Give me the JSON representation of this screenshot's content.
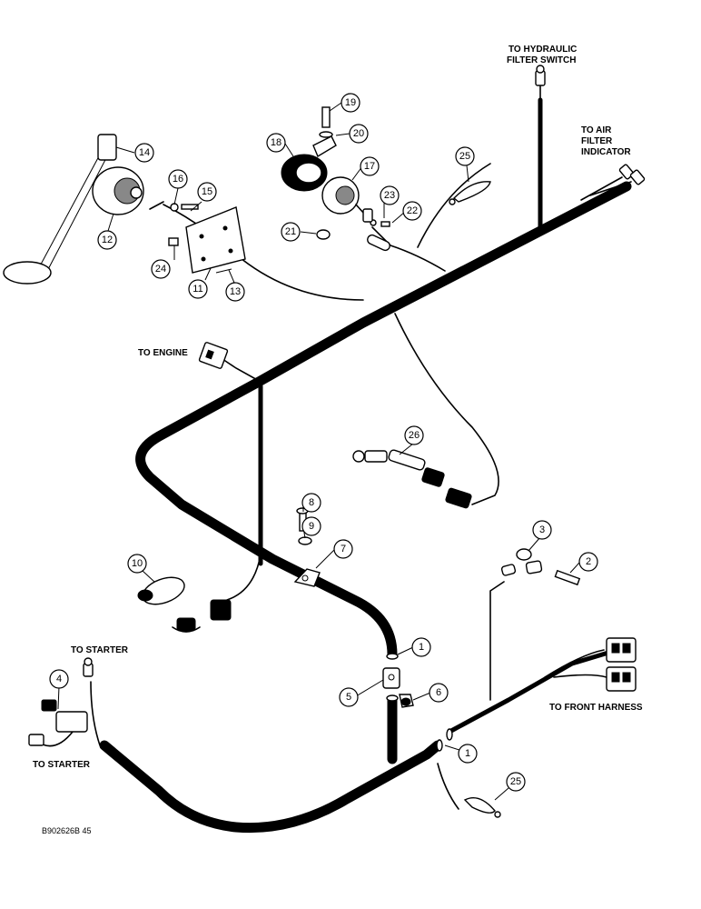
{
  "labels": {
    "to_hydraulic_1": "TO HYDRAULIC",
    "to_hydraulic_2": "FILTER SWITCH",
    "to_air_1": "TO AIR",
    "to_air_2": "FILTER",
    "to_air_3": "INDICATOR",
    "to_engine": "TO ENGINE",
    "to_starter_top": "TO STARTER",
    "to_starter_bottom": "TO STARTER",
    "to_front_harness": "TO FRONT HARNESS",
    "drawing_code": "B902626B 45"
  },
  "callouts": {
    "c1a": "1",
    "c1b": "1",
    "c2": "2",
    "c3": "3",
    "c4": "4",
    "c5": "5",
    "c6": "6",
    "c7": "7",
    "c8": "8",
    "c9": "9",
    "c10": "10",
    "c11": "11",
    "c12": "12",
    "c13": "13",
    "c14": "14",
    "c15": "15",
    "c16": "16",
    "c17": "17",
    "c18": "18",
    "c19": "19",
    "c20": "20",
    "c21": "21",
    "c22": "22",
    "c23": "23",
    "c24": "24",
    "c25a": "25",
    "c25b": "25",
    "c26": "26"
  }
}
